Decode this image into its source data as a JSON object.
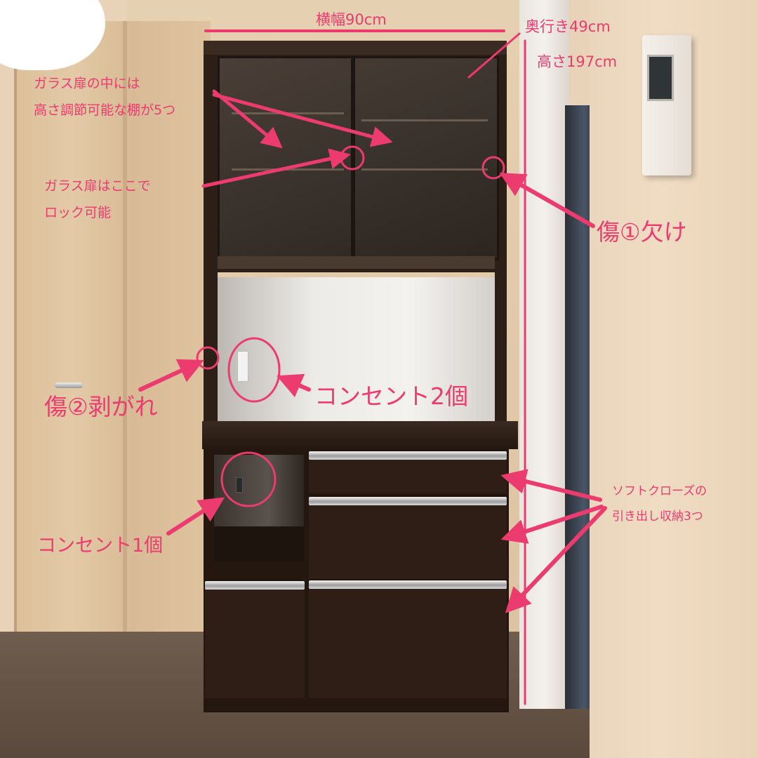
{
  "annotations": {
    "width": "横幅90cm",
    "depth": "奥行き49cm",
    "height": "高さ197cm",
    "glass_shelves_line1": "ガラス扉の中には",
    "glass_shelves_line2": "高さ調節可能な棚が5つ",
    "glass_lock_line1": "ガラス扉はここで",
    "glass_lock_line2": "ロック可能",
    "damage1": "傷①欠け",
    "damage2": "傷②剥がれ",
    "outlet2": "コンセント2個",
    "outlet1": "コンセント1個",
    "drawers_line1": "ソフトクローズの",
    "drawers_line2": "引き出し収納3つ"
  },
  "colors": {
    "annotation": "#ec3b6e",
    "cabinet": "#2b1f18",
    "wall": "#ead6bc"
  },
  "scene": {
    "subject": "kitchen cupboard with sliding glass doors",
    "icons": [
      "annotation-arrow",
      "annotation-circle",
      "intercom-panel"
    ]
  }
}
